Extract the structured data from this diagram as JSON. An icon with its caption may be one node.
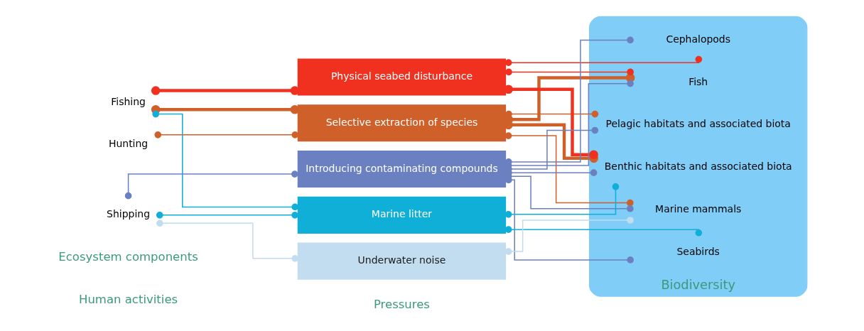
{
  "diagram": {
    "nodes": [
      {
        "text": [
          "Fishing"
        ]
      },
      {
        "text": [
          "Shipping"
        ]
      },
      {
        "text": [
          "Hunting"
        ]
      },
      {
        "text": [
          "Selective extraction of species"
        ]
      },
      {
        "text": [
          "Physical seabed disturbance"
        ]
      },
      {
        "text": [
          "Introducing contaminating compounds"
        ]
      },
      {
        "text": [
          "Marine litter"
        ]
      },
      {
        "text": [
          "Underwater noise"
        ]
      },
      {
        "text": [
          "Biodiversity"
        ]
      },
      {
        "text": [
          "Pelagic habitats and associated biota"
        ],
        "in": 8
      },
      {
        "text": [
          "Benthic habitats and associated biota"
        ],
        "in": 8
      },
      {
        "text": [
          "Fish"
        ],
        "in": 8
      },
      {
        "text": [
          "Cephalopods"
        ],
        "in": 8
      },
      {
        "text": [
          "Seabirds"
        ],
        "in": 8
      },
      {
        "text": [
          "Marine mammals"
        ],
        "in": 8
      }
    ],
    "edges": [
      {
        "from": 0,
        "to": 3,
        "arrow": "other",
        "style": "thick",
        "color": "#d0602a"
      },
      {
        "from": 0,
        "to": 4,
        "arrow": "other",
        "style": "thick",
        "color": "#f0311f"
      },
      {
        "from": 0,
        "to": 6,
        "arrow": "other",
        "color": "#10afd8"
      },
      {
        "from": 1,
        "to": 5,
        "arrow": "other",
        "color": "#6b80c0"
      },
      {
        "from": 1,
        "to": 6,
        "arrow": "other",
        "color": "#10afd8"
      },
      {
        "from": 1,
        "to": 7,
        "arrow": "other",
        "color": "#c2dcf0"
      },
      {
        "from": 2,
        "to": 3,
        "arrow": "other",
        "color": "#d0602a"
      },
      {
        "from": 3,
        "to": 9,
        "arrow": "other",
        "color": "#d0602a"
      },
      {
        "from": 3,
        "to": 10,
        "arrow": "other",
        "style": "thick",
        "color": "#d0602a"
      },
      {
        "from": 3,
        "to": 11,
        "arrow": "other",
        "style": "thick",
        "color": "#d0602a"
      },
      {
        "from": 3,
        "to": 14,
        "arrow": "other",
        "color": "#d0602a"
      },
      {
        "from": 4,
        "to": 10,
        "arrow": "other",
        "style": "thick",
        "color": "#f0311f"
      },
      {
        "from": 4,
        "to": 11,
        "arrow": "other",
        "color": "#f0311f"
      },
      {
        "from": 4,
        "to": 12,
        "arrow": "other",
        "color": "#f0311f"
      },
      {
        "from": 5,
        "to": 9,
        "arrow": "other",
        "color": "#6b80c0"
      },
      {
        "from": 5,
        "to": 10,
        "arrow": "other",
        "color": "#6b80c0"
      },
      {
        "from": 5,
        "to": 11,
        "arrow": "other",
        "color": "#6b80c0"
      },
      {
        "from": 5,
        "to": 12,
        "arrow": "other",
        "color": "#6b80c0"
      },
      {
        "from": 5,
        "to": 13,
        "arrow": "other",
        "color": "#6b80c0"
      },
      {
        "from": 5,
        "to": 14,
        "arrow": "other",
        "color": "#6b80c0"
      },
      {
        "from": 6,
        "to": 10,
        "arrow": "other",
        "color": "#10afd8"
      },
      {
        "from": 6,
        "to": 13,
        "arrow": "other",
        "color": "#10afd8"
      },
      {
        "from": 7,
        "to": 14,
        "arrow": "other",
        "color": "#c2dcf0"
      }
    ],
    "labels": [
      "Human activities",
      "Pressures",
      "Ecosystem components"
    ]
  }
}
